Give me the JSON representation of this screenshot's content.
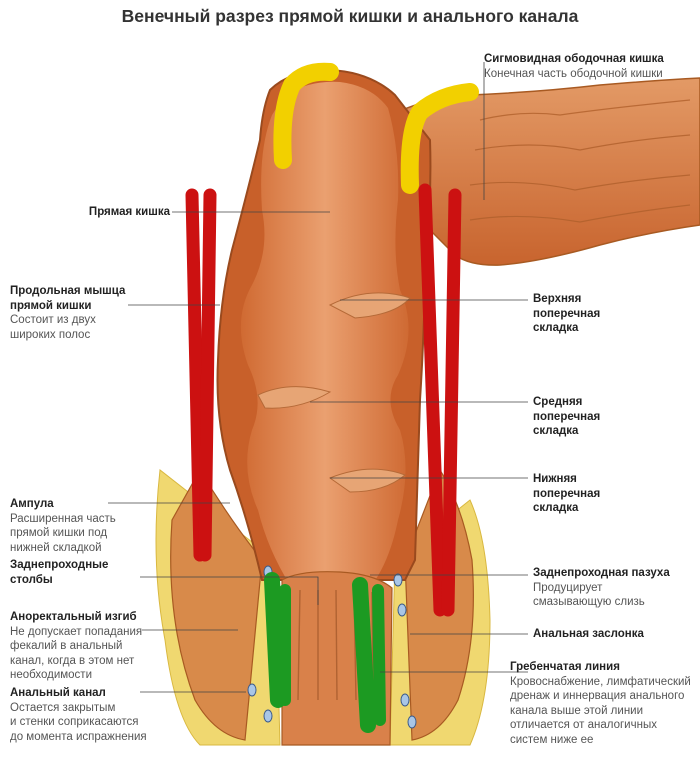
{
  "title": "Венечный разрез прямой кишки и анального канала",
  "labels": {
    "sigmoid": {
      "title": "Сигмовидная ободочная кишка",
      "desc": "Конечная часть ободочной кишки"
    },
    "rectum": {
      "title": "Прямая кишка"
    },
    "longitudinal_muscle": {
      "title_1": "Продольная мышца",
      "title_2": "прямой кишки",
      "desc_1": "Состоит из двух",
      "desc_2": "широких полос"
    },
    "upper_fold": {
      "l1": "Верхняя",
      "l2": "поперечная",
      "l3": "складка"
    },
    "middle_fold": {
      "l1": "Средняя",
      "l2": "поперечная",
      "l3": "складка"
    },
    "lower_fold": {
      "l1": "Нижняя",
      "l2": "поперечная",
      "l3": "складка"
    },
    "ampulla": {
      "title": "Ампула",
      "desc_1": "Расширенная часть",
      "desc_2": "прямой кишки под",
      "desc_3": "нижней складкой"
    },
    "anal_columns": {
      "l1": "Заднепроходные",
      "l2": "столбы"
    },
    "anal_sinus": {
      "title": "Заднепроходная пазуха",
      "desc_1": "Продуцирует",
      "desc_2": "смазывающую слизь"
    },
    "anorectal_flexure": {
      "title": "Аноректальный изгиб",
      "desc_1": "Не допускает попадания",
      "desc_2": "фекалий в анальный",
      "desc_3": "канал, когда в этом нет",
      "desc_4": "необходимости"
    },
    "anal_valve": {
      "title": "Анальная заслонка"
    },
    "pectinate_line": {
      "title": "Гребенчатая линия",
      "desc_1": "Кровоснабжение, лимфатический",
      "desc_2": "дренаж и иннервация анального",
      "desc_3": "канала выше этой линии",
      "desc_4": "отличается от аналогичных",
      "desc_5": "систем ниже ее"
    },
    "anal_canal": {
      "title": "Анальный канал",
      "desc_1": "Остается закрытым",
      "desc_2": "и стенки соприкасаются",
      "desc_3": "до момента испражнения"
    }
  },
  "colors": {
    "tissue": "#d97a3e",
    "tissue_light": "#e89860",
    "wall": "#c8602a",
    "fat": "#f0d870",
    "highlight_yellow": "#f2d000",
    "highlight_red": "#cc1111",
    "highlight_green": "#1c9a22",
    "leader": "#444444"
  }
}
